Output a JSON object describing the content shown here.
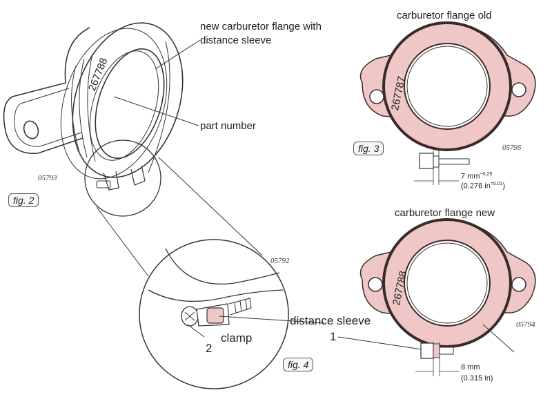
{
  "colors": {
    "flange_fill": "#efc7c7",
    "outline": "#3a2a2a",
    "line": "#333333"
  },
  "fig2": {
    "label": "fig. 2",
    "code": "05793",
    "callout_new_flange_line1": "new carburetor flange with",
    "callout_new_flange_line2": "distance sleeve",
    "callout_part_number": "part number",
    "part_no": "267788"
  },
  "fig3": {
    "label": "fig. 3",
    "title": "carburetor flange old",
    "code": "05795",
    "part_no": "267787",
    "dim_mm": "7 mm",
    "dim_mm_tol": "−0,25",
    "dim_in": "(0.276 in",
    "dim_in_tol": "=0.01",
    "dim_in_close": ")"
  },
  "fig_new": {
    "title": "carburetor flange new",
    "code": "05794",
    "part_no": "267788",
    "dim_mm": "8 mm",
    "dim_in": "(0.315 in)"
  },
  "fig4": {
    "label": "fig. 4",
    "code": "05792",
    "callout_distance_sleeve": "distance sleeve",
    "callout_1": "1",
    "callout_clamp": "clamp",
    "callout_2": "2"
  }
}
